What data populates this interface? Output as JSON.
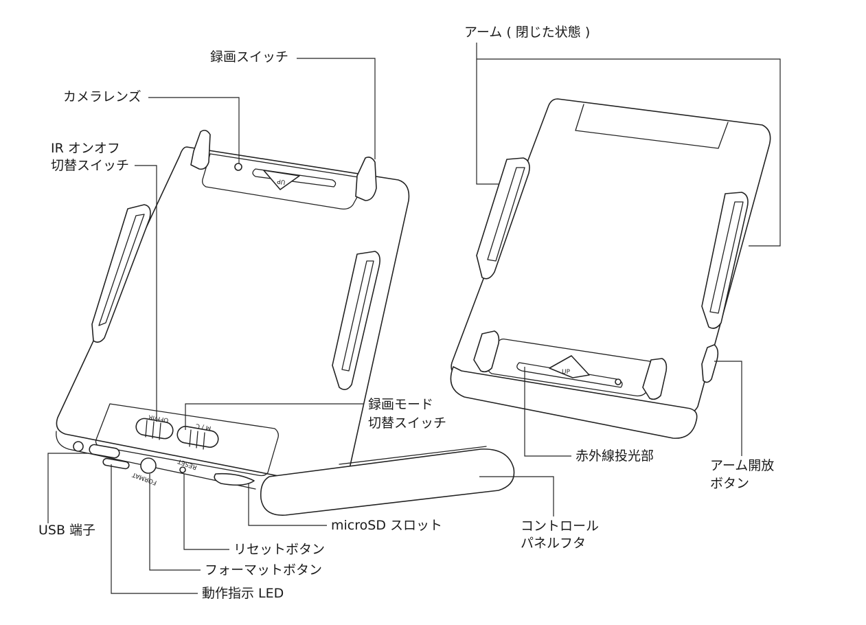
{
  "labels": {
    "arm_closed": "アーム ( 閉じた状態 )",
    "record_switch": "録画スイッチ",
    "camera_lens": "カメラレンズ",
    "ir_switch_line1": "IR オンオフ",
    "ir_switch_line2": "切替スイッチ",
    "record_mode_line1": "録画モード",
    "record_mode_line2": "切替スイッチ",
    "ir_emitter": "赤外線投光部",
    "arm_release_line1": "アーム開放",
    "arm_release_line2": "ボタン",
    "usb_port": "USB 端子",
    "microsd_slot": "microSD スロット",
    "control_cover_line1": "コントロール",
    "control_cover_line2": "パネルフタ",
    "reset_button": "リセットボタン",
    "format_button": "フォーマットボタン",
    "status_led": "動作指示 LED"
  },
  "device_marks": {
    "up_left": "UP",
    "up_right": "UP",
    "ir_switch_mark": "OFF/IR",
    "mode_switch_mark": "M / C",
    "reset_mark": "RESET",
    "format_mark": "FORMAT"
  }
}
